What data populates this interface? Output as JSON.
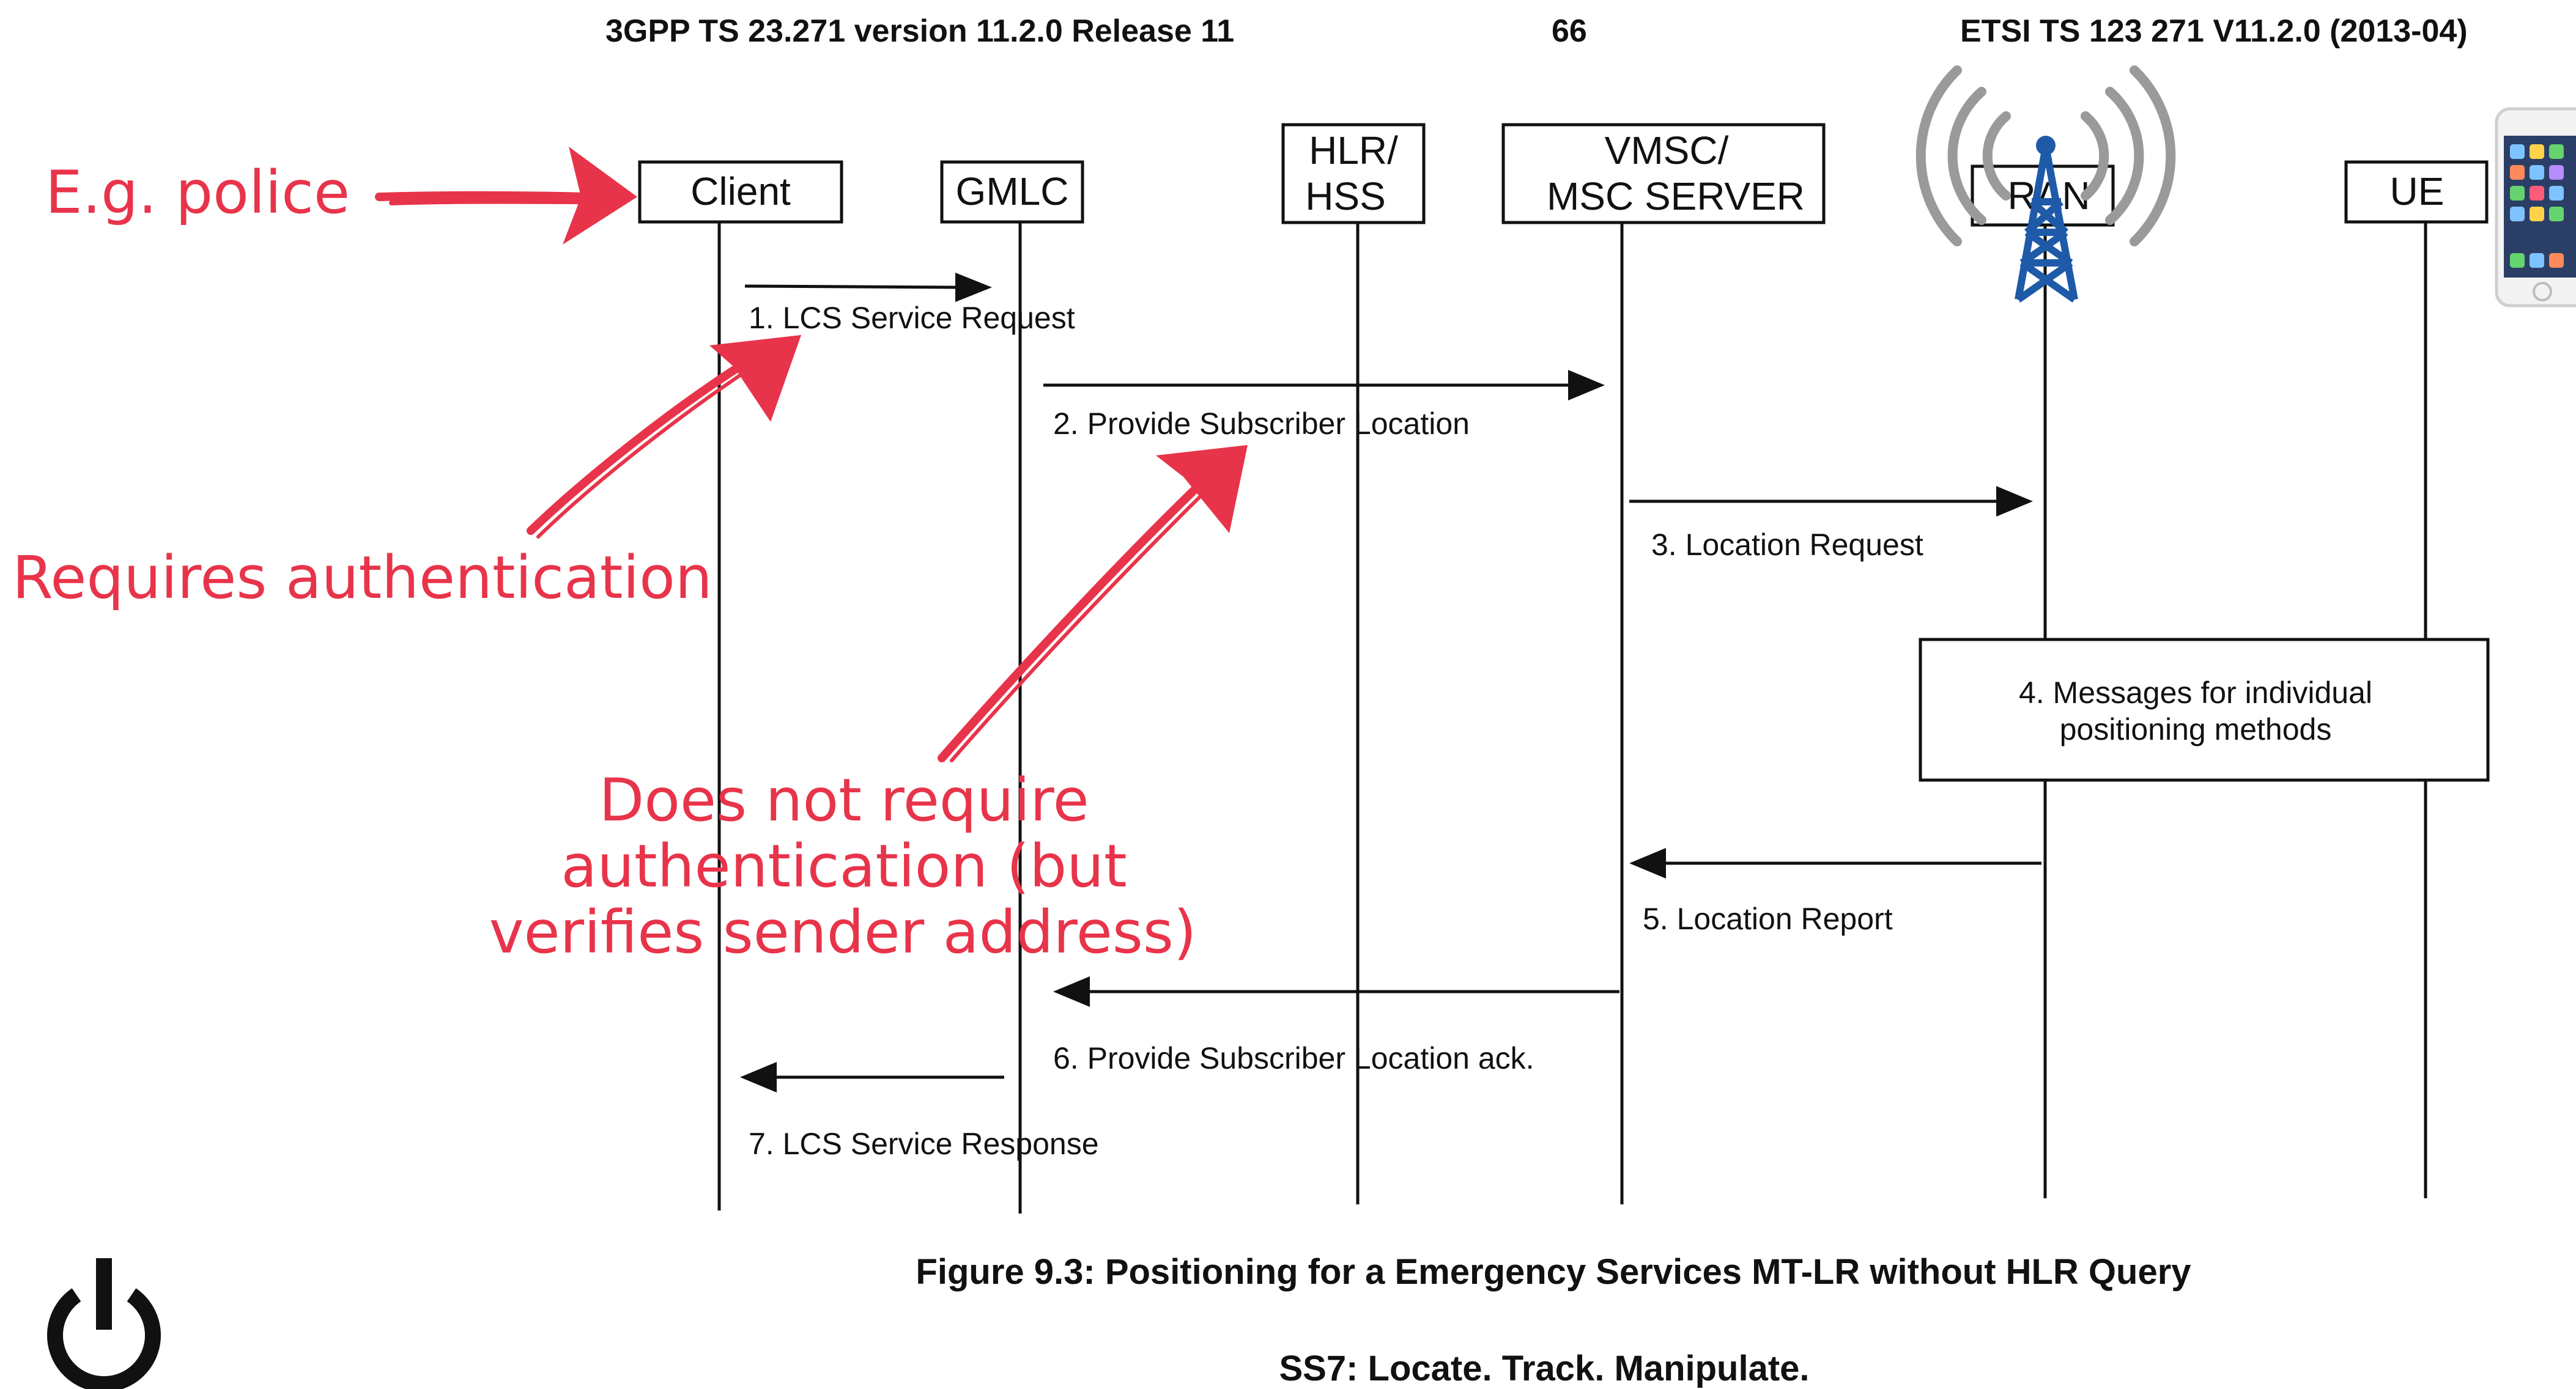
{
  "header": {
    "left": "3GPP TS 23.271 version 11.2.0 Release 11",
    "page": "66",
    "right": "ETSI TS 123 271 V11.2.0 (2013-04)"
  },
  "entities": {
    "client": "Client",
    "gmlc": "GMLC",
    "hlr_1": "HLR/",
    "hlr_2": "HSS",
    "vmsc_1": "VMSC/",
    "vmsc_2": "MSC SERVER",
    "ran": "RAN",
    "ue": "UE"
  },
  "messages": {
    "m1": "1. LCS Service Request",
    "m2": "2. Provide Subscriber Location",
    "m3": "3. Location Request",
    "m4_1": "4. Messages for individual",
    "m4_2": "positioning methods",
    "m5": "5.  Location Report",
    "m6": "6.  Provide Subscriber Location ack.",
    "m7": "7. LCS Service Response"
  },
  "annotations": {
    "police": "E.g. police",
    "auth": "Requires authentication",
    "noauth_1": "Does not require",
    "noauth_2": "authentication (but",
    "noauth_3": "verifies sender address)"
  },
  "caption": "Figure 9.3: Positioning for a Emergency Services MT-LR without HLR Query",
  "footer": "SS7: Locate. Track. Manipulate.",
  "colors": {
    "annotation": "#e8344a",
    "line": "#111111"
  },
  "icons": [
    "power-icon",
    "cell-tower-icon",
    "phone-icon"
  ]
}
